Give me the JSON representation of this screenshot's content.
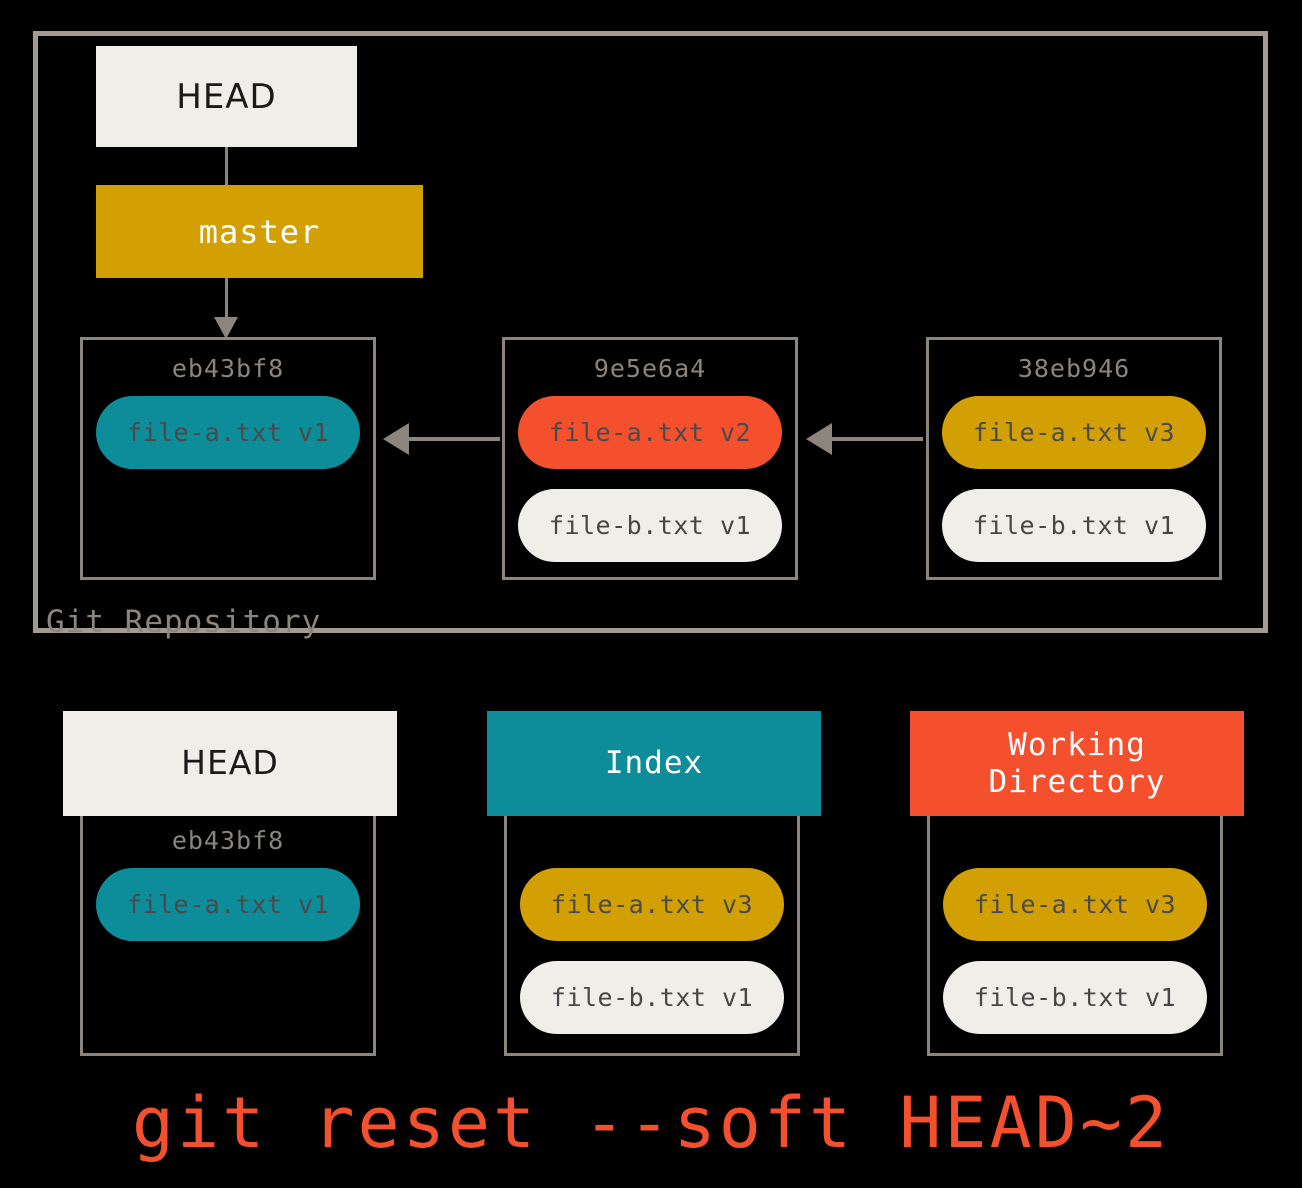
{
  "colors": {
    "background": "#000000",
    "border_gray": "#8c857e",
    "frame_gray": "#a39a92",
    "cream": "#efeee8",
    "teal": "#0d8d99",
    "red": "#f4502e",
    "gold": "#d2a003",
    "pill_text": "#4a4a4a",
    "white": "#ffffff"
  },
  "repository": {
    "label": "Git Repository",
    "head_pointer": {
      "label": "HEAD"
    },
    "branch": {
      "label": "master"
    },
    "commits": [
      {
        "hash": "eb43bf8",
        "files": [
          {
            "name": "file-a.txt v1",
            "color": "teal"
          }
        ]
      },
      {
        "hash": "9e5e6a4",
        "files": [
          {
            "name": "file-a.txt v2",
            "color": "red"
          },
          {
            "name": "file-b.txt v1",
            "color": "cream"
          }
        ]
      },
      {
        "hash": "38eb946",
        "files": [
          {
            "name": "file-a.txt v3",
            "color": "gold"
          },
          {
            "name": "file-b.txt v1",
            "color": "cream"
          }
        ]
      }
    ]
  },
  "areas": [
    {
      "title": "HEAD",
      "hash": "eb43bf8",
      "files": [
        {
          "name": "file-a.txt v1",
          "color": "teal"
        }
      ]
    },
    {
      "title": "Index",
      "hash": "",
      "files": [
        {
          "name": "file-a.txt v3",
          "color": "gold"
        },
        {
          "name": "file-b.txt v1",
          "color": "cream"
        }
      ]
    },
    {
      "title_line1": "Working",
      "title_line2": "Directory",
      "hash": "",
      "files": [
        {
          "name": "file-a.txt v3",
          "color": "gold"
        },
        {
          "name": "file-b.txt v1",
          "color": "cream"
        }
      ]
    }
  ],
  "command": "git reset --soft HEAD~2"
}
